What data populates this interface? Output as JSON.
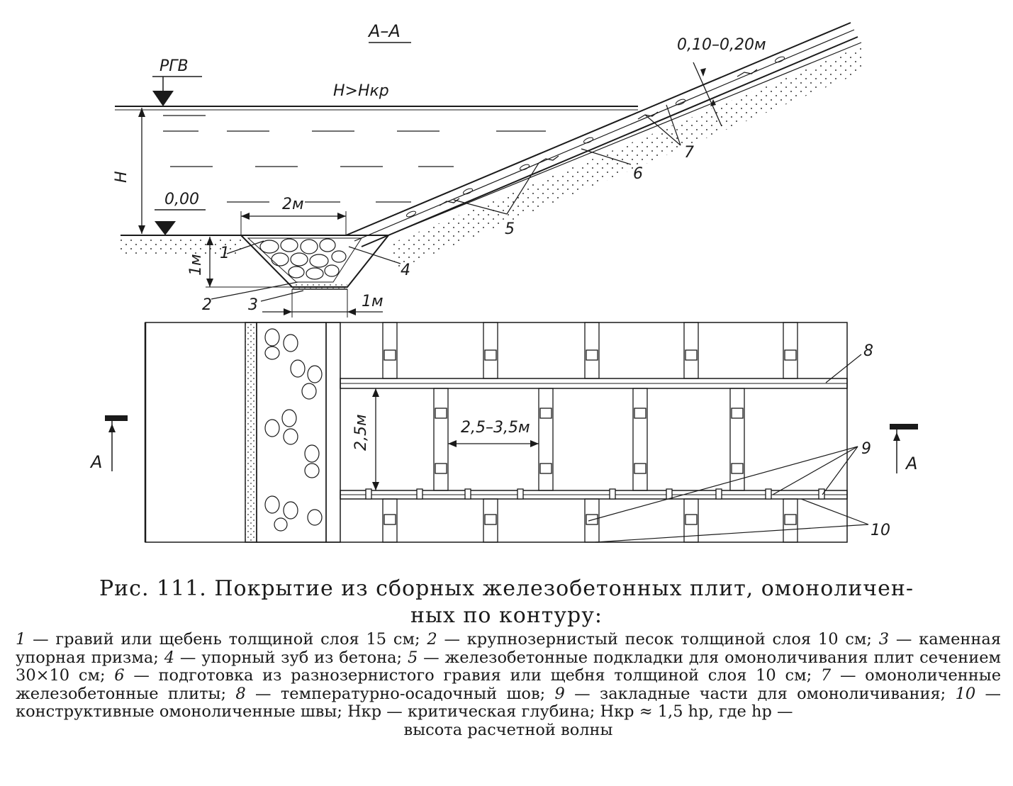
{
  "figure": {
    "section_label": "А–А",
    "labels": {
      "rgv": "РГВ",
      "h_condition": "H>Hкр",
      "h": "H",
      "zero_level": "0,00",
      "width_2m": "2м",
      "depth_1m": "1м",
      "bottom_1m": "1м",
      "thickness": "0,10–0,20м",
      "plan_width": "2,5м",
      "plan_spacing": "2,5–3,5м",
      "cut_a": "А"
    },
    "callouts": [
      "1",
      "2",
      "3",
      "4",
      "5",
      "6",
      "7",
      "8",
      "9",
      "10"
    ]
  },
  "caption": {
    "line1": "Рис. 111. Покрытие из сборных железобетонных плит, омоноличен-",
    "line2": "ных по контуру:"
  },
  "legend": [
    {
      "num": "1",
      "text": "гравий или щебень толщиной слоя 15 см;"
    },
    {
      "num": "2",
      "text": "крупнозернистый песок толщиной слоя 10 см;"
    },
    {
      "num": "3",
      "text": "каменная упорная призма;"
    },
    {
      "num": "4",
      "text": "упорный зуб из бетона;"
    },
    {
      "num": "5",
      "text": "железобетонные подкладки для омоноличивания плит сечением 30×10 см;"
    },
    {
      "num": "6",
      "text": "подготовка из разнозернистого гравия или щебня толщиной слоя 10 см;"
    },
    {
      "num": "7",
      "text": "омоноличенные железобетонные плиты;"
    },
    {
      "num": "8",
      "text": "температурно-осадочный шов;"
    },
    {
      "num": "9",
      "text": "закладные части для омоноличивания;"
    },
    {
      "num": "10",
      "text": "конструктивные омоноличенные швы;"
    }
  ],
  "legend_extra": {
    "hkr": "Hкр — критическая глубина; Hкр ≈ 1,5 hр, где hр —",
    "tail": "высота расчетной волны"
  }
}
